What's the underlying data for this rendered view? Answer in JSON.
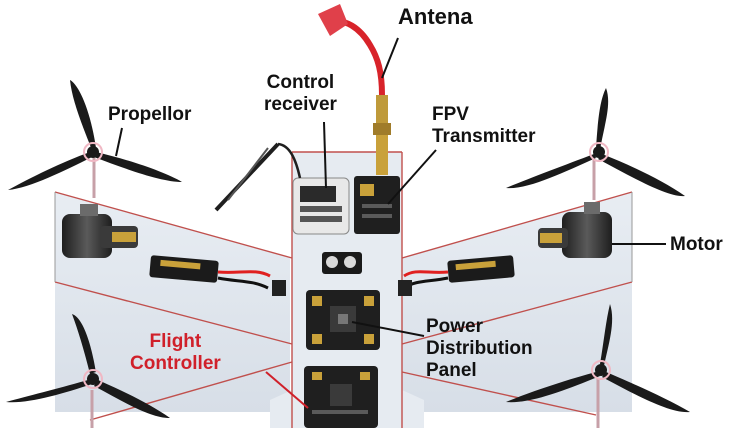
{
  "labels": {
    "antena": "Antena",
    "control_receiver": [
      "Control",
      "receiver"
    ],
    "propellor": "Propellor",
    "fpv_transmitter": [
      "FPV",
      "Transmitter"
    ],
    "motor": "Motor",
    "flight_controller": [
      "Flight",
      "Controller"
    ],
    "power_distribution_panel": [
      "Power",
      "Distribution",
      "Panel"
    ]
  },
  "colors": {
    "frame_fill": "#e2e8ef",
    "frame_edge": "#c0504d",
    "label_text": "#111111",
    "highlight_label": "#d0202a",
    "antenna": "#d8232a",
    "propeller": "#1a1a1a",
    "circuit_board": "#1f1f1f",
    "pcb_gold": "#c9a13a",
    "motor_body": "#2b2b2b",
    "receiver_body": "#e8e8e8",
    "esc_wrap": "#1b1b1b",
    "wire_red": "#e02020",
    "wire_orange": "#e8a028"
  }
}
